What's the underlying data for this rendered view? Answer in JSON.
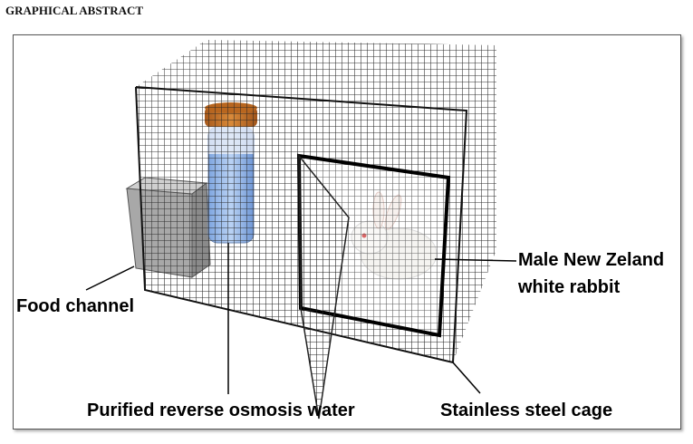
{
  "heading": "GRAPHICAL ABSTRACT",
  "labels": {
    "food_channel": "Food channel",
    "water": "Purified reverse osmosis water",
    "rabbit_line1": "Male New Zeland",
    "rabbit_line2": "white rabbit",
    "cage": "Stainless steel cage"
  }
}
